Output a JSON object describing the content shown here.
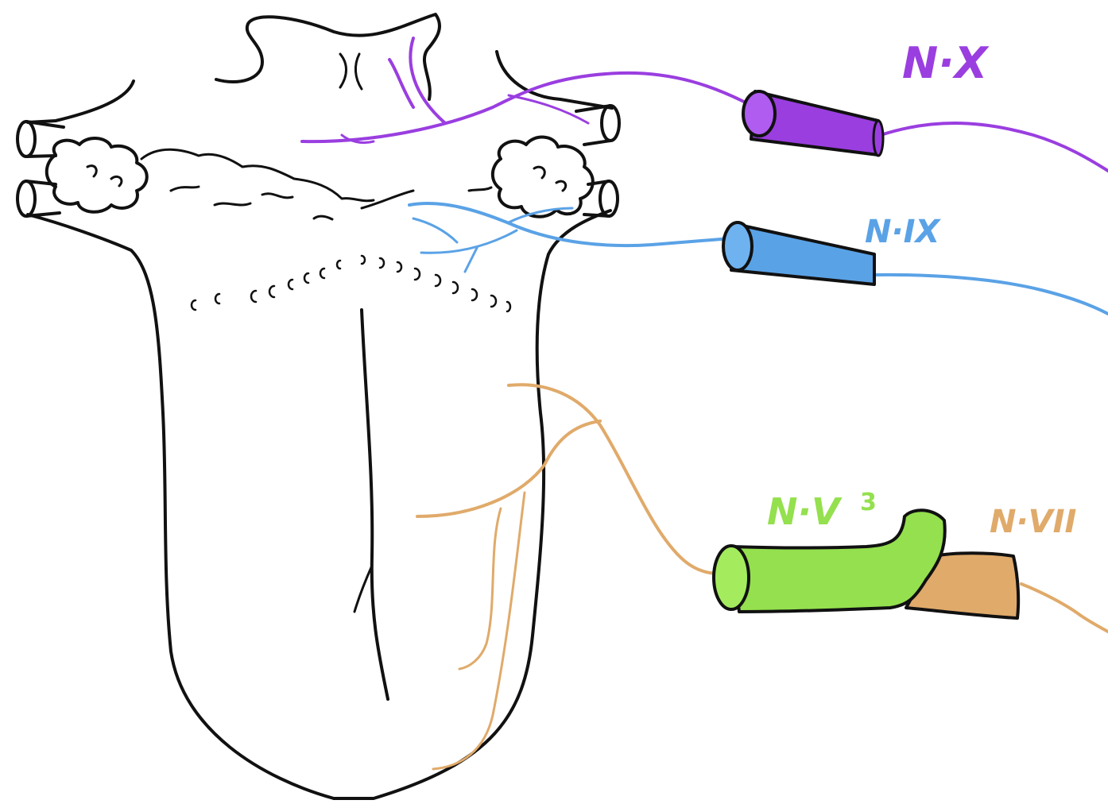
{
  "labels": {
    "n10": "N·X",
    "n9": "N·IX",
    "n5_3": "N·V",
    "n5_3_sub": "3",
    "n7": "N·VII"
  },
  "colors": {
    "n10": "#9a3ee0",
    "n9": "#5aa2e6",
    "n5_3": "#8fe04a",
    "n7": "#e0aa6a",
    "outline": "#111111"
  }
}
